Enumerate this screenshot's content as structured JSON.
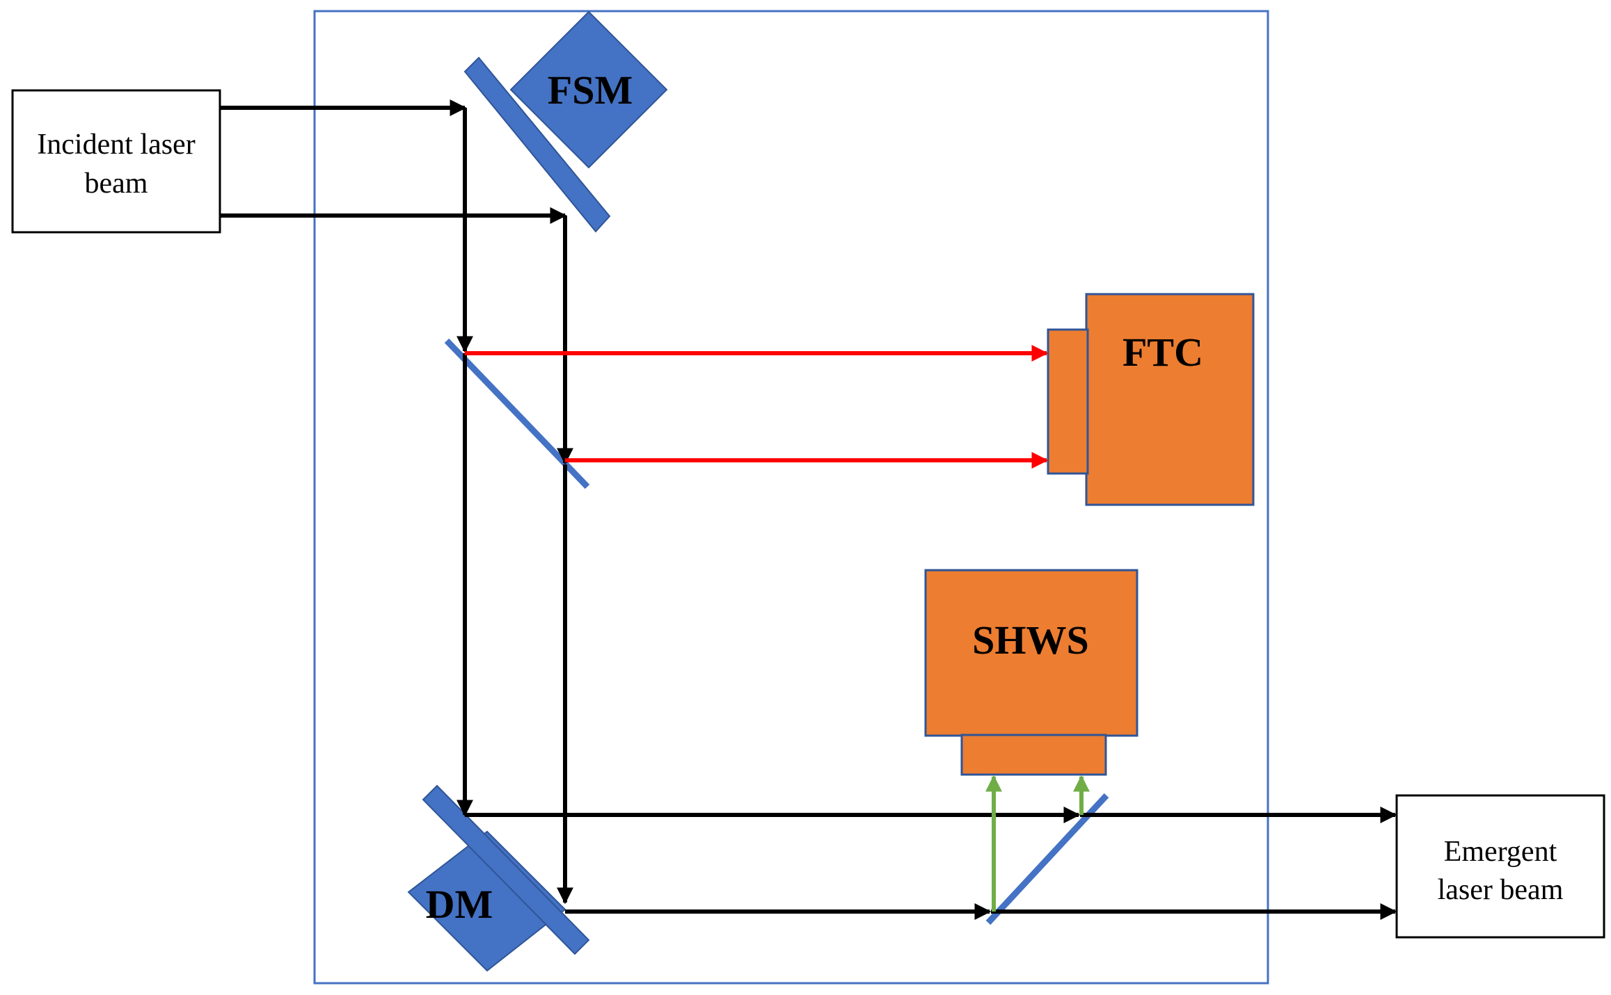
{
  "boxes": {
    "incident": {
      "line1": "Incident laser",
      "line2": "beam"
    },
    "emergent": {
      "line1": "Emergent",
      "line2": "laser beam"
    }
  },
  "components": {
    "fsm": "FSM",
    "ftc": "FTC",
    "shws": "SHWS",
    "dm": "DM"
  },
  "colors": {
    "mirror_blue": "#4472C4",
    "sensor_orange": "#ED7D31",
    "sensor_border": "#2F5597",
    "frame_blue": "#4472C4",
    "beam_black": "#000000",
    "beam_red": "#FF0000",
    "beam_green": "#70AD47"
  }
}
